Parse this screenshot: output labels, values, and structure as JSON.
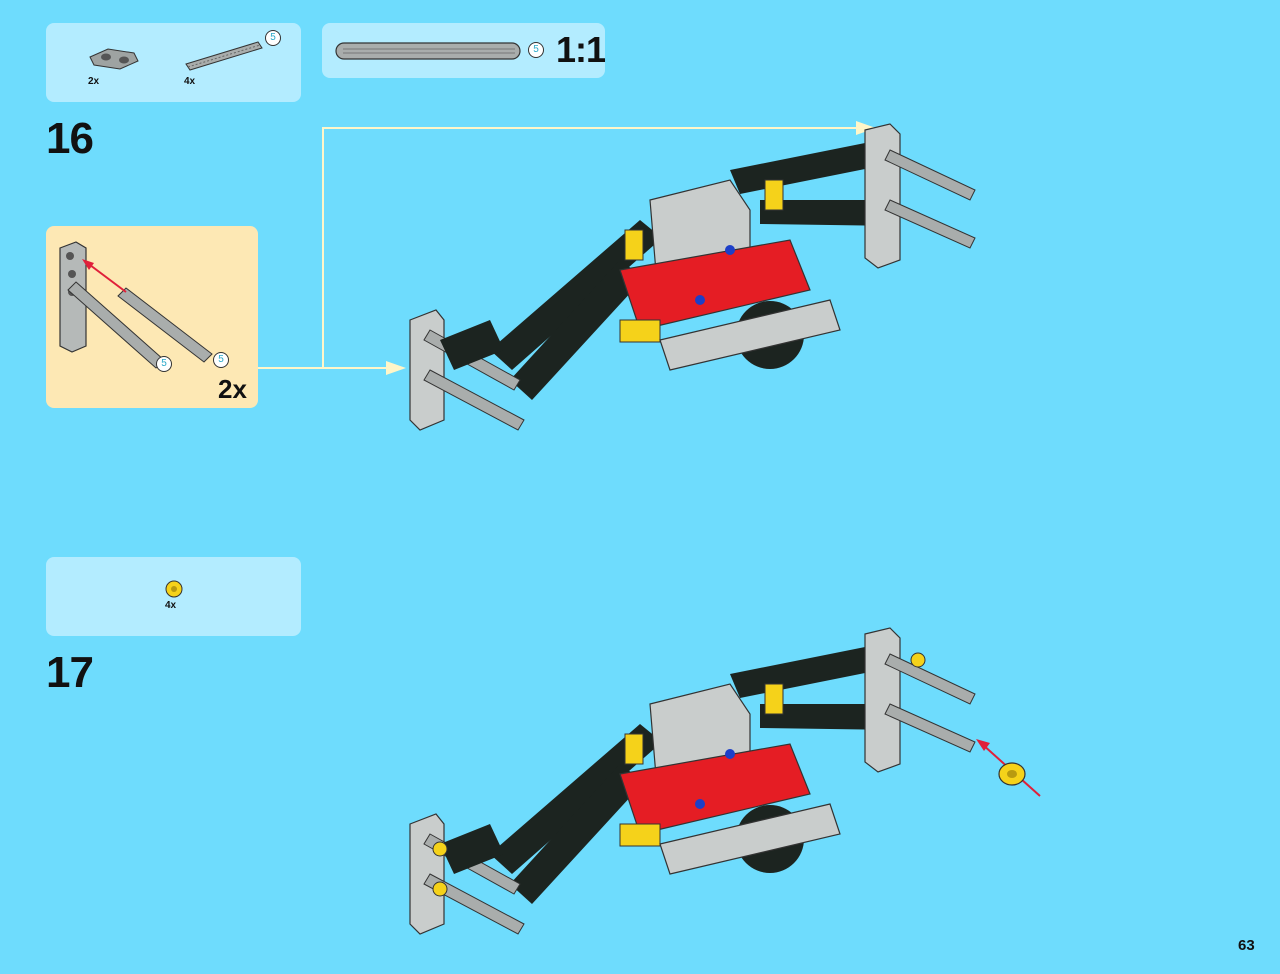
{
  "steps": [
    {
      "number": "16",
      "parts": [
        {
          "icon": "liftarm-connector-part-icon",
          "quantity": "2x"
        },
        {
          "icon": "axle-part-icon",
          "quantity": "4x",
          "length": "5"
        }
      ],
      "scale_reference": {
        "length": "5",
        "label": "1:1"
      },
      "subassembly": {
        "multiplier": "2x",
        "axle_lengths": [
          "5",
          "5"
        ],
        "colors": {
          "arrow": "#e0203a",
          "callout_line": "#fff6c8"
        }
      }
    },
    {
      "number": "17",
      "parts": [
        {
          "icon": "bush-gear-part-icon",
          "quantity": "4x"
        }
      ]
    }
  ],
  "page_number": "63",
  "colors": {
    "background": "#6edcfd",
    "parts_box": "#b3ecff",
    "subassembly_box": "#fde8b4",
    "model_black": "#1c2420",
    "model_red": "#e51d24",
    "model_yellow": "#f5d21a",
    "model_gray": "#c9cdcc"
  }
}
